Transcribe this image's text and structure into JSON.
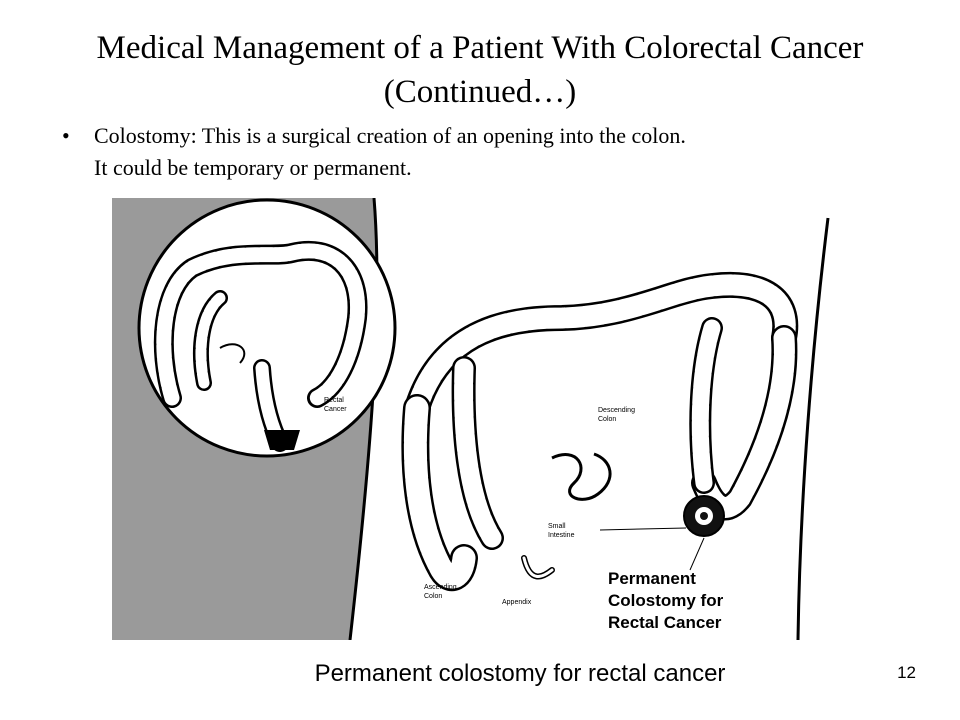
{
  "slide": {
    "title": "Medical Management of a Patient With Colorectal Cancer (Continued…)",
    "bullets": [
      {
        "marker": "•",
        "text": "Colostomy: This is a surgical creation of an opening into the colon.\nIt could be temporary or permanent."
      }
    ],
    "figure": {
      "inset_labels": {
        "rectal_cancer_line1": "Rectal",
        "rectal_cancer_line2": "Cancer"
      },
      "labels": {
        "descending_line1": "Descending",
        "descending_line2": "Colon",
        "small_line1": "Small",
        "small_line2": "Intestine",
        "ascending_line1": "Ascending",
        "ascending_line2": "Colon",
        "appendix": "Appendix",
        "permanent_colostomy": "Permanent\nColostomy for\nRectal Cancer"
      }
    },
    "caption": "Permanent colostomy for rectal cancer",
    "slide_number": "12"
  }
}
